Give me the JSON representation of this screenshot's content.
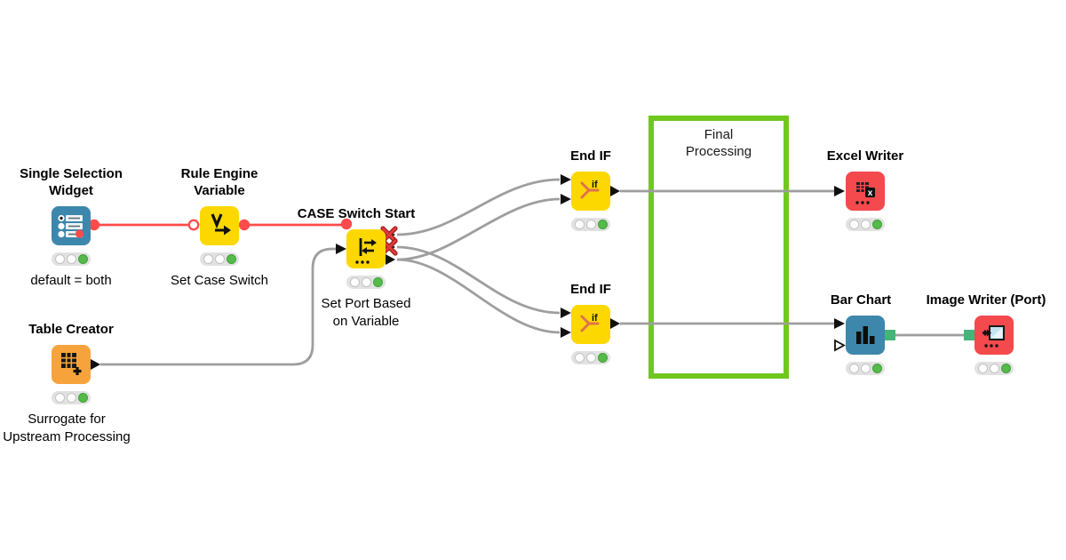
{
  "workflow": {
    "annotation": {
      "text": "Final\nProcessing"
    },
    "nodes": {
      "single_selection_widget": {
        "title": "Single Selection\nWidget",
        "label": "default = both",
        "icon": "radio-list-widget-icon",
        "status": "executed"
      },
      "rule_engine_variable": {
        "title": "Rule Engine\nVariable",
        "label": "Set Case Switch",
        "icon": "variable-arrow-icon",
        "status": "executed"
      },
      "case_switch_start": {
        "title": "CASE Switch Start",
        "label": "Set Port Based\non Variable",
        "icon": "case-switch-icon",
        "status": "executed"
      },
      "table_creator": {
        "title": "Table Creator",
        "label": "Surrogate for\nUpstream Processing",
        "icon": "table-plus-icon",
        "status": "executed"
      },
      "end_if_top": {
        "title": "End IF",
        "icon": "merge-if-icon",
        "status": "executed"
      },
      "end_if_bottom": {
        "title": "End IF",
        "icon": "merge-if-icon",
        "status": "executed"
      },
      "excel_writer": {
        "title": "Excel Writer",
        "icon": "excel-x-icon",
        "status": "executed"
      },
      "bar_chart": {
        "title": "Bar Chart",
        "icon": "bar-chart-icon",
        "status": "executed"
      },
      "image_writer_port": {
        "title": "Image Writer (Port)",
        "icon": "image-plus-icon",
        "status": "executed"
      }
    },
    "colors": {
      "node_yellow": "#fdd800",
      "node_blue": "#3e87ac",
      "node_orange": "#f7a33c",
      "node_red": "#f4494d",
      "wire_gray": "#9e9e9e",
      "flow_variable_red": "#ff4b4b",
      "annotation_green": "#70c81e",
      "traffic_green": "#54bb4a",
      "port_green": "#44b578"
    }
  }
}
